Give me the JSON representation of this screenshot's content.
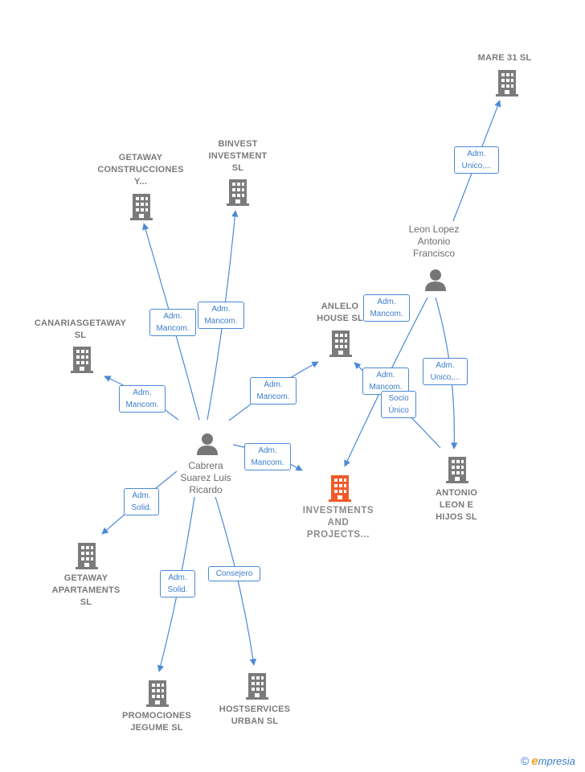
{
  "nodes": {
    "mare31": {
      "lines": [
        "MARE 31  SL"
      ]
    },
    "binvest": {
      "lines": [
        "BINVEST",
        "INVESTMENT",
        "SL"
      ]
    },
    "getaway_construcciones": {
      "lines": [
        "GETAWAY",
        "CONSTRUCCIONES",
        "Y..."
      ]
    },
    "canariasgetaway": {
      "lines": [
        "CANARIASGETAWAY",
        "SL"
      ]
    },
    "anlelo": {
      "lines": [
        "ANLELO",
        "HOUSE  SL"
      ]
    },
    "investments": {
      "lines": [
        "INVESTMENTS",
        "AND",
        "PROJECTS..."
      ]
    },
    "antonio_leon": {
      "lines": [
        "ANTONIO",
        "LEON E",
        "HIJOS  SL"
      ]
    },
    "getaway_apartaments": {
      "lines": [
        "GETAWAY",
        "APARTAMENTS",
        "SL"
      ]
    },
    "promociones": {
      "lines": [
        "PROMOCIONES",
        "JEGUME SL"
      ]
    },
    "hostservices": {
      "lines": [
        "HOSTSERVICES",
        "URBAN  SL"
      ]
    }
  },
  "persons": {
    "leon_lopez": {
      "lines": [
        "Leon Lopez",
        "Antonio",
        "Francisco"
      ]
    },
    "cabrera": {
      "lines": [
        "Cabrera",
        "Suarez Luis",
        "Ricardo"
      ]
    }
  },
  "edge_labels": {
    "leon_mare": [
      "Adm.",
      "Unico,..."
    ],
    "cab_getaway_c": [
      "Adm.",
      "Mancom."
    ],
    "cab_binvest": [
      "Adm.",
      "Mancom."
    ],
    "cab_canarias": [
      "Adm.",
      "Mancom."
    ],
    "cab_anlelo": [
      "Adm.",
      "Mancom."
    ],
    "leon_anlelo": [
      "Adm.",
      "Mancom."
    ],
    "leon_antonio": [
      "Adm.",
      "Unico,..."
    ],
    "antonio_anlelo_1": [
      "Adm.",
      "Mancom."
    ],
    "antonio_anlelo_2": [
      "Socio",
      "Único"
    ],
    "cab_investments": [
      "Adm.",
      "Mancom."
    ],
    "cab_getaway_a": [
      "Adm.",
      "Solid."
    ],
    "cab_promociones": [
      "Adm.",
      "Solid."
    ],
    "cab_hostservices": [
      "Consejero"
    ]
  },
  "colors": {
    "edge": "#4a8ad4",
    "building": "#7b7b7b",
    "building_main": "#f05a28",
    "person": "#767676"
  },
  "icons": {
    "building": "building-icon",
    "person": "person-icon"
  },
  "watermark": {
    "copyright": "©",
    "brand_initial": "e",
    "brand_rest": "mpresia"
  }
}
